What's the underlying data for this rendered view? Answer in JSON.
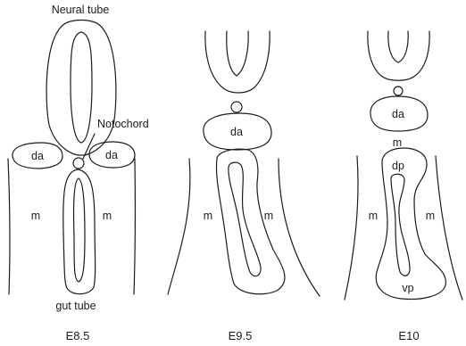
{
  "labels": {
    "neural_tube": "Neural tube",
    "notochord": "Notochord",
    "gut_tube": "gut tube",
    "dorsal_aorta": "da",
    "mesenchyme": "m",
    "dorsal_pancreas": "dp",
    "ventral_pancreas": "vp"
  },
  "stages": [
    "E8.5",
    "E9.5",
    "E10"
  ]
}
